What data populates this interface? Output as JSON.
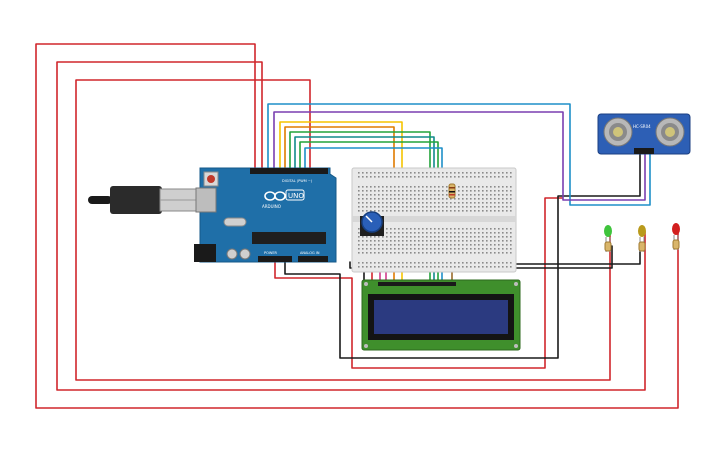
{
  "canvas": {
    "background": "#ffffff"
  },
  "colors": {
    "wire_red": "#d0262c",
    "wire_black": "#1a1a1a",
    "wire_blue": "#1e8fc8",
    "wire_purple": "#7a3fb0",
    "wire_yellow": "#f5c400",
    "wire_orange": "#e07b00",
    "wire_green": "#22a33a",
    "wire_teal": "#118a8a",
    "wire_pink": "#d23c8a",
    "arduino_board": "#1f6fa8",
    "breadboard": "#e9e9e9",
    "lcd_frame": "#3f8f2c",
    "lcd_screen": "#2b3a80",
    "sensor_board": "#2d5fb5",
    "led_green": "#3fc43c",
    "led_yellow": "#b99a1c",
    "led_red": "#d21f1f"
  },
  "components": {
    "usb_cable": {
      "label": "usb-cable"
    },
    "arduino": {
      "logo_text": "UNO",
      "brand_text": "ARDUINO",
      "digital_label": "DIGITAL (PWM ~)",
      "power_label": "POWER",
      "analog_label": "ANALOG IN"
    },
    "breadboard": {
      "label": "breadboard"
    },
    "potentiometer": {
      "label": "potentiometer"
    },
    "lcd": {
      "label": "16x2 LCD"
    },
    "ultrasonic": {
      "model_text": "HC-SR04"
    },
    "leds": [
      {
        "name": "green-led",
        "color": "#3fc43c"
      },
      {
        "name": "yellow-led",
        "color": "#b99a1c"
      },
      {
        "name": "red-led",
        "color": "#d21f1f"
      }
    ]
  }
}
